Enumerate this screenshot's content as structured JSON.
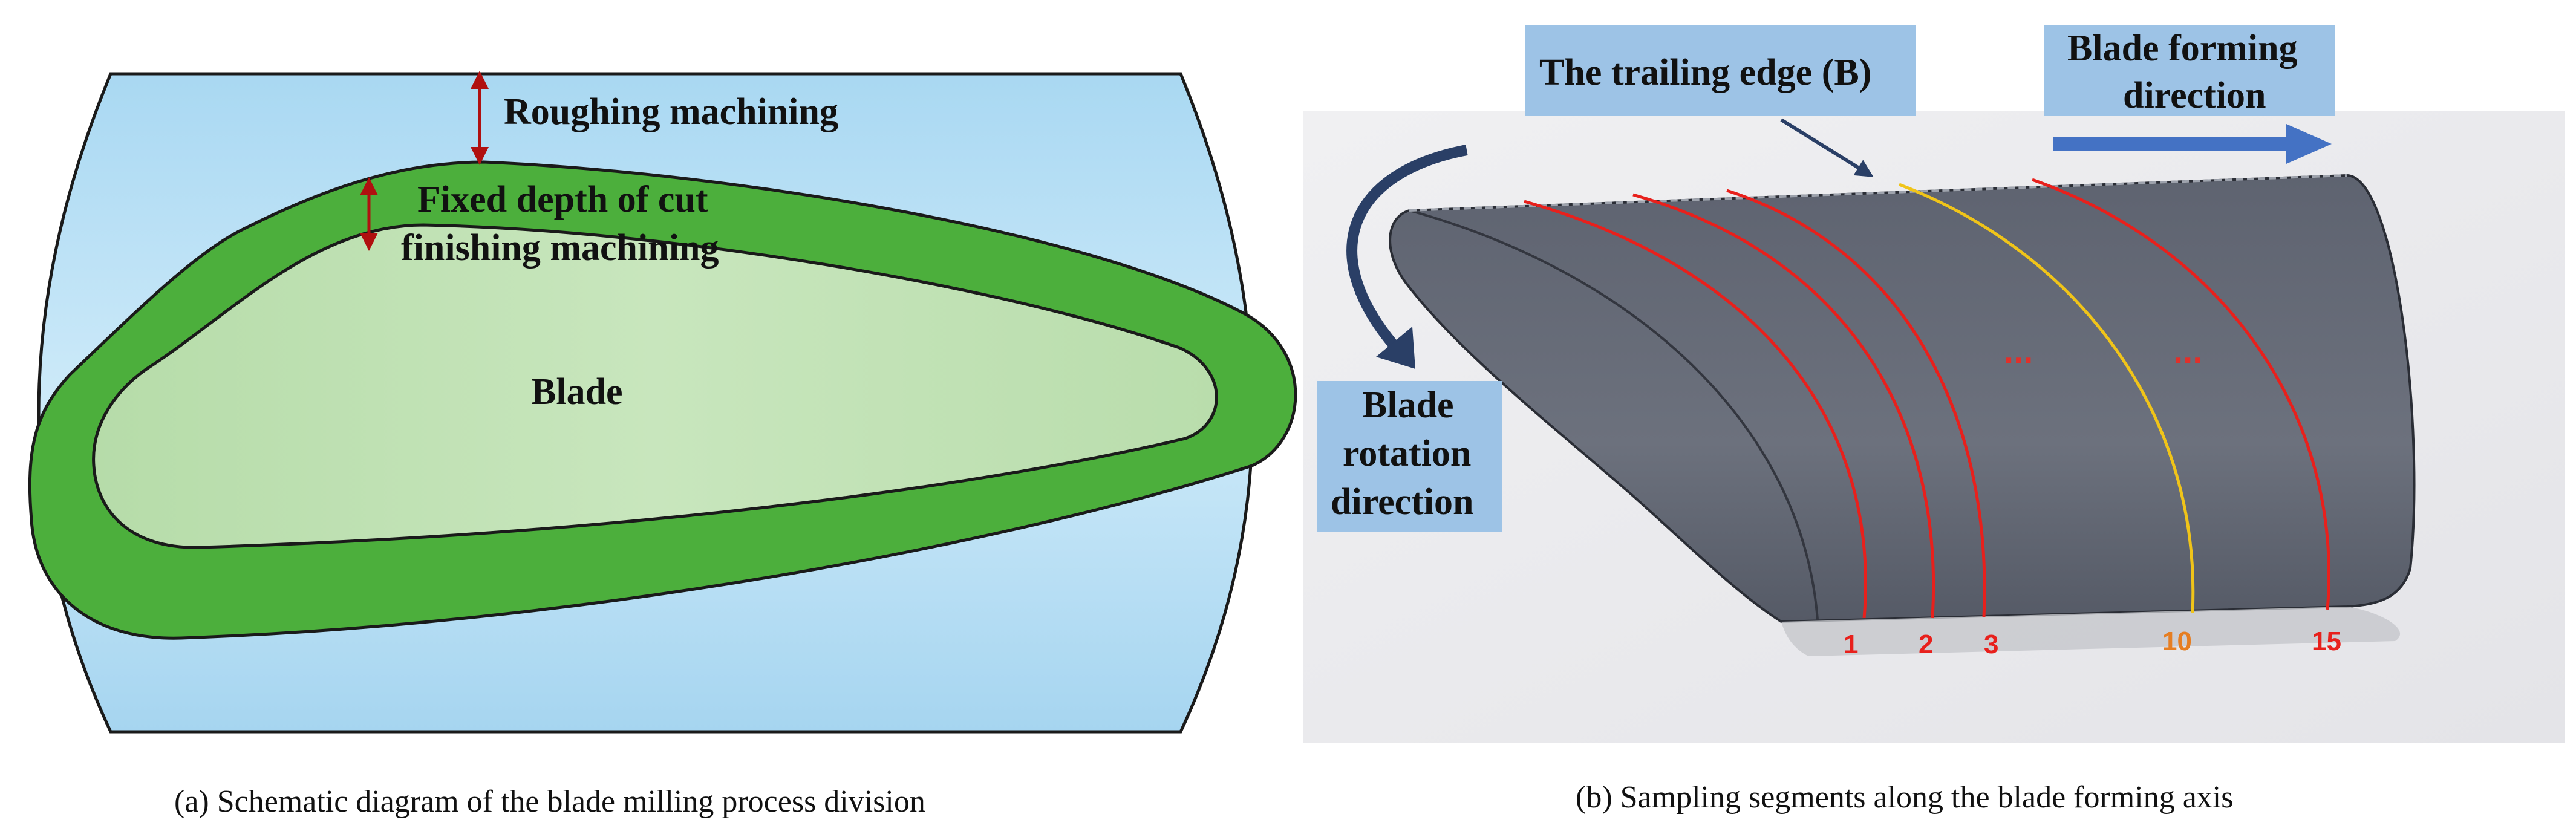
{
  "panel_a": {
    "labels": {
      "roughing": "Roughing machining",
      "fixed_line1": "Fixed depth of cut",
      "fixed_line2": "finishing machining",
      "blade": "Blade"
    },
    "caption": "(a) Schematic diagram of the blade milling process division",
    "colors": {
      "stock": "#bfe3f6",
      "finish_allowance": "#4caf3c",
      "blade": "#c3e3b8",
      "arrow": "#b01010"
    }
  },
  "panel_b": {
    "labels": {
      "trailing_edge": "The trailing edge (B)",
      "forming_line1": "Blade forming",
      "forming_line2": "direction",
      "rotation_line1": "Blade",
      "rotation_line2": "rotation",
      "rotation_line3": "direction",
      "dots1": "...",
      "dots2": "..."
    },
    "segment_numbers": [
      "1",
      "2",
      "3",
      "10",
      "15"
    ],
    "caption": "(b) Sampling segments along the blade forming axis",
    "colors": {
      "label_box": "#9dc3e6",
      "blade_body": "#6b7280",
      "segment_line": "#e8201c",
      "segment_10": "#f0c419",
      "num_10": "#e67e22",
      "arrow": "#2a3f66",
      "forming_arrow": "#4472c4"
    }
  }
}
